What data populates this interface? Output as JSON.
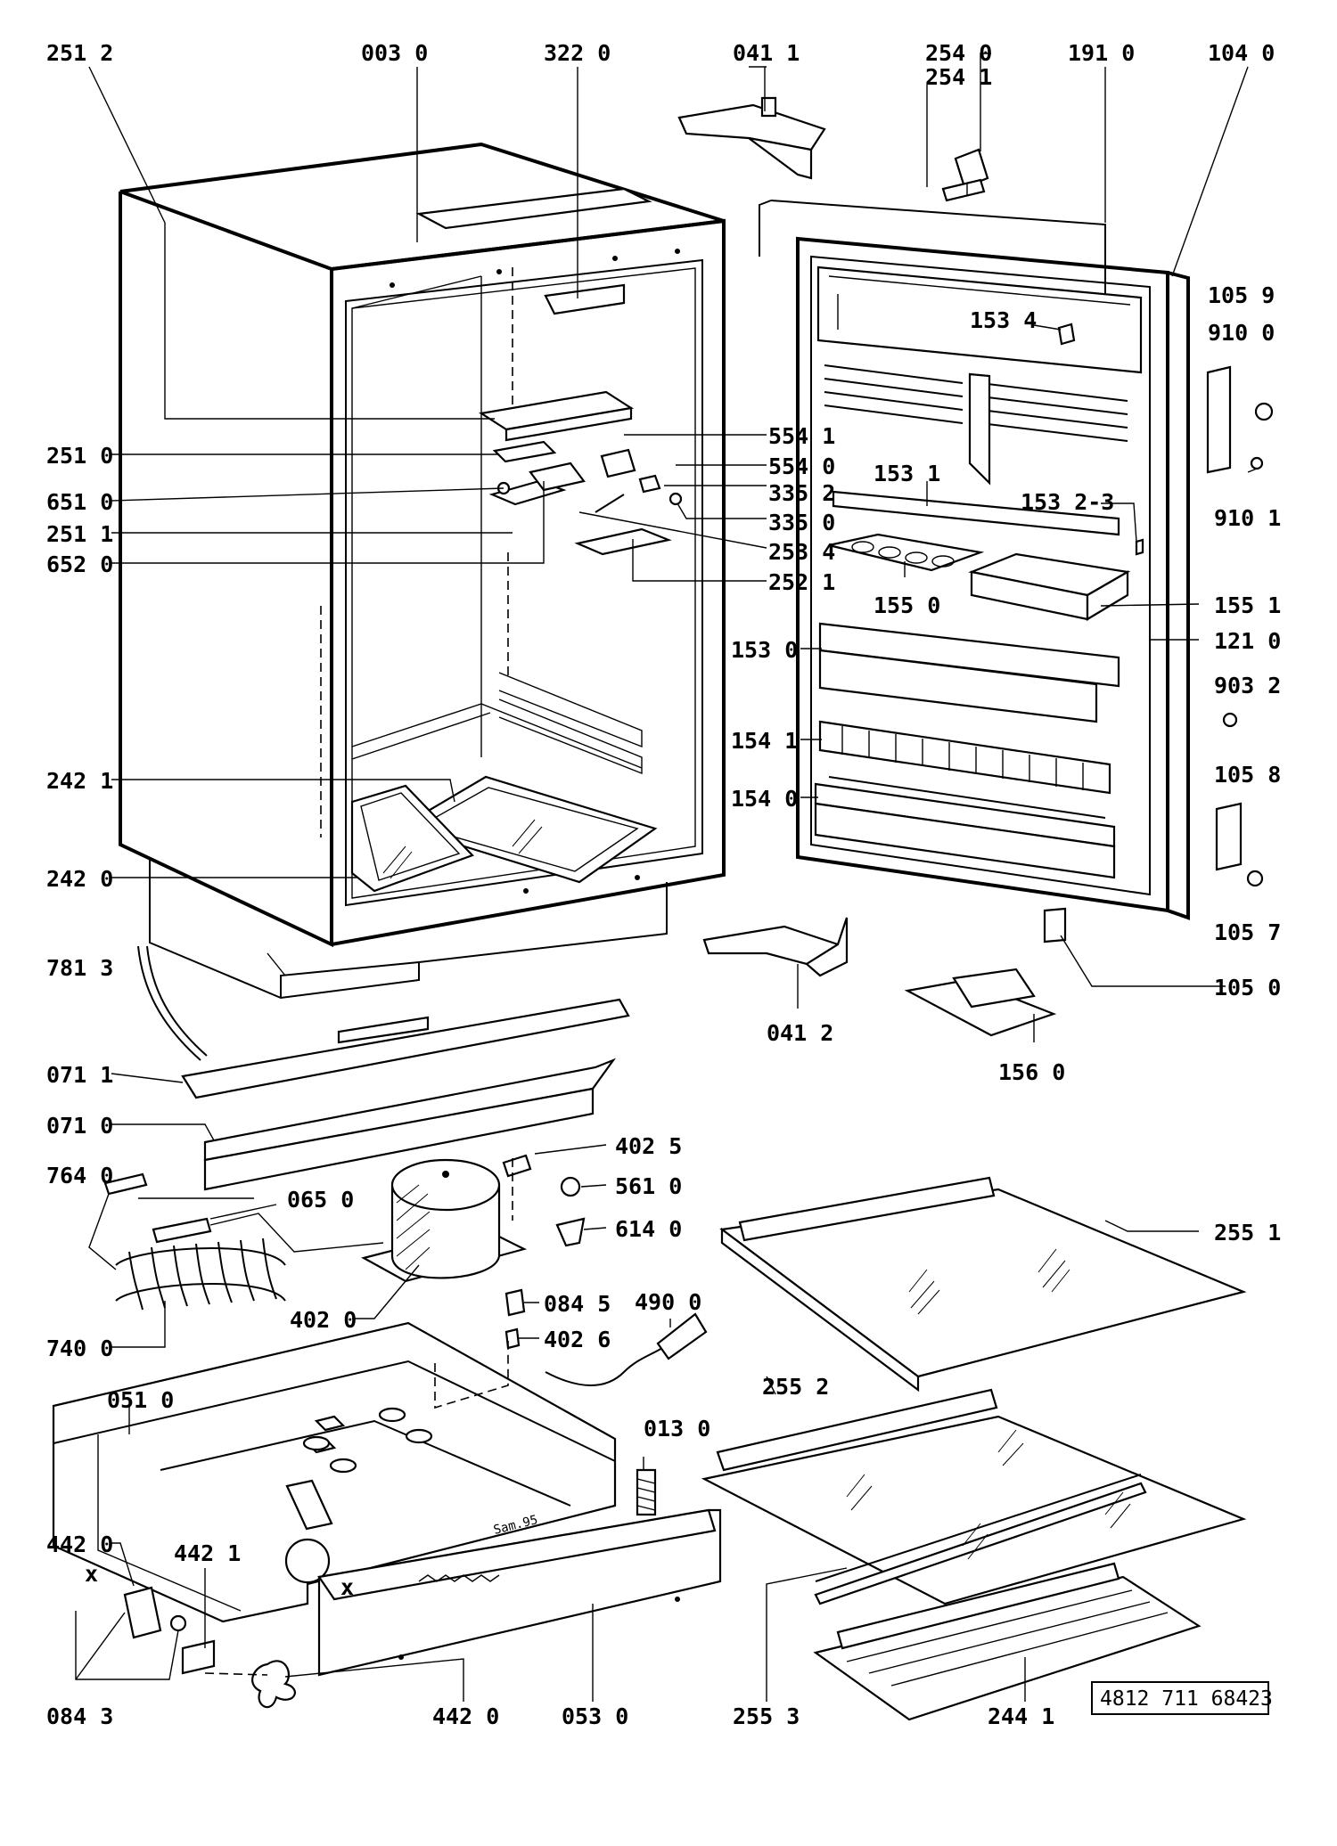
{
  "catalog_number": "4812 711 68423",
  "stamp_text": "Sam.95",
  "labels": {
    "l2512": "251 2",
    "l0030": "003 0",
    "l3220": "322 0",
    "l0411": "041 1",
    "l2540": "254 0",
    "l2541": "254 1",
    "l1910": "191 0",
    "l1040": "104 0",
    "l1059": "105 9",
    "l9100": "910 0",
    "l1534": "153 4",
    "l5541": "554 1",
    "l5540": "554 0",
    "l2510": "251 0",
    "l3352": "335 2",
    "l6510": "651 0",
    "l3350": "335 0",
    "l2511": "251 1",
    "l2534": "253 4",
    "l6520": "652 0",
    "l2521": "252 1",
    "l1531": "153 1",
    "l1532": "153 2-3",
    "l9101": "910 1",
    "l1550": "155 0",
    "l1551": "155 1",
    "l1530": "153 0",
    "l1210": "121 0",
    "l9032": "903 2",
    "l1541": "154 1",
    "l1540": "154 0",
    "l1058": "105 8",
    "l2421": "242 1",
    "l2420": "242 0",
    "l1057": "105 7",
    "l7813": "781 3",
    "l1050": "105 0",
    "l0412": "041 2",
    "l1560": "156 0",
    "l0711": "071 1",
    "l0710": "071 0",
    "l4025": "402 5",
    "l7640": "764 0",
    "l0650": "065 0",
    "l5610": "561 0",
    "l6140": "614 0",
    "l2551": "255 1",
    "l0845": "084 5",
    "l4900": "490 0",
    "l4020": "402 0",
    "l4026": "402 6",
    "l7400": "740 0",
    "l2552": "255 2",
    "l0510": "051 0",
    "l0130": "013 0",
    "l4420a": "442 0",
    "l4421": "442 1",
    "l0843": "084 3",
    "l4420b": "442 0",
    "l0530": "053 0",
    "l2553": "255 3",
    "l2441": "244 1",
    "x1": "x",
    "x2": "x"
  }
}
